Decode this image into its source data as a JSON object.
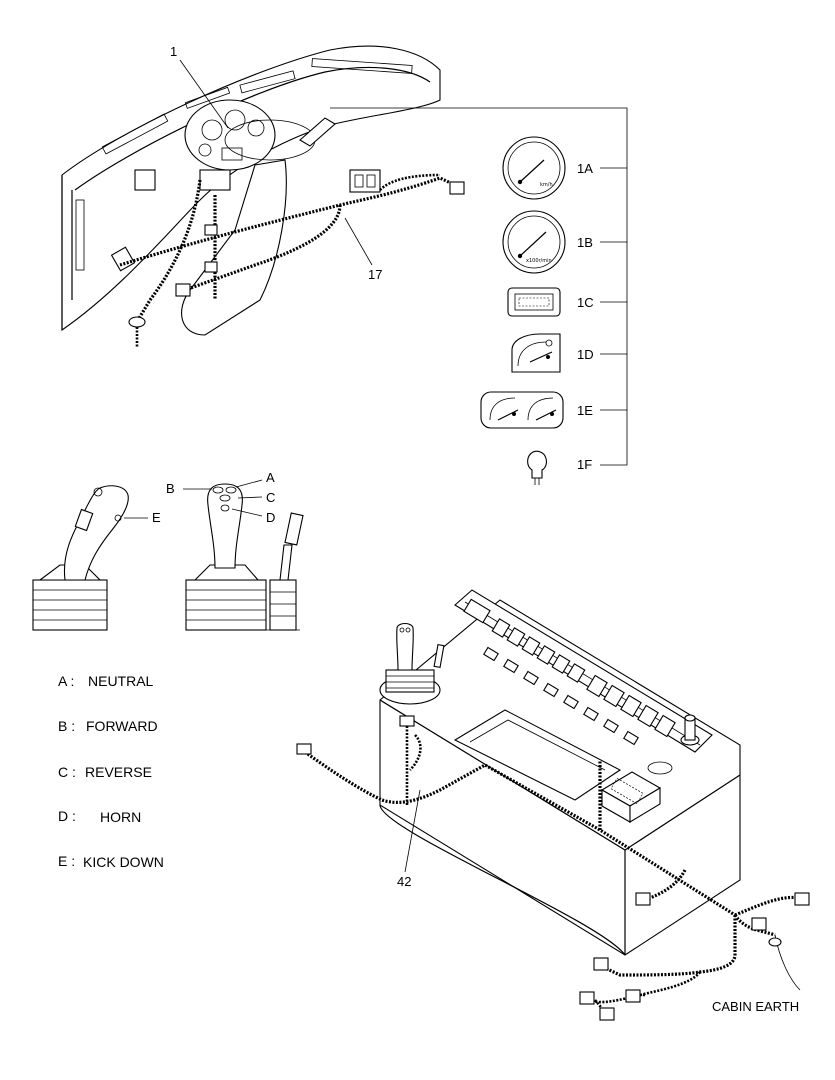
{
  "callouts": {
    "item_1": "1",
    "item_17": "17",
    "item_42": "42",
    "gauge_1a": "1A",
    "gauge_1b": "1B",
    "display_1c": "1C",
    "gauge_1d": "1D",
    "gauge_1e": "1E",
    "lamp_1f": "1F",
    "lever_a": "A",
    "lever_b": "B",
    "lever_c": "C",
    "lever_d": "D",
    "lever_e": "E",
    "cabin_earth": "CABIN EARTH"
  },
  "gauge_units": {
    "speedometer": "km/h",
    "tachometer": "x100r/min"
  },
  "legend": [
    {
      "key": "A :",
      "text": "NEUTRAL"
    },
    {
      "key": "B :",
      "text": "FORWARD"
    },
    {
      "key": "C :",
      "text": "REVERSE"
    },
    {
      "key": "D :",
      "text": "HORN"
    },
    {
      "key": "E :",
      "text": "KICK DOWN"
    }
  ],
  "colors": {
    "line": "#000000",
    "background": "#ffffff"
  }
}
